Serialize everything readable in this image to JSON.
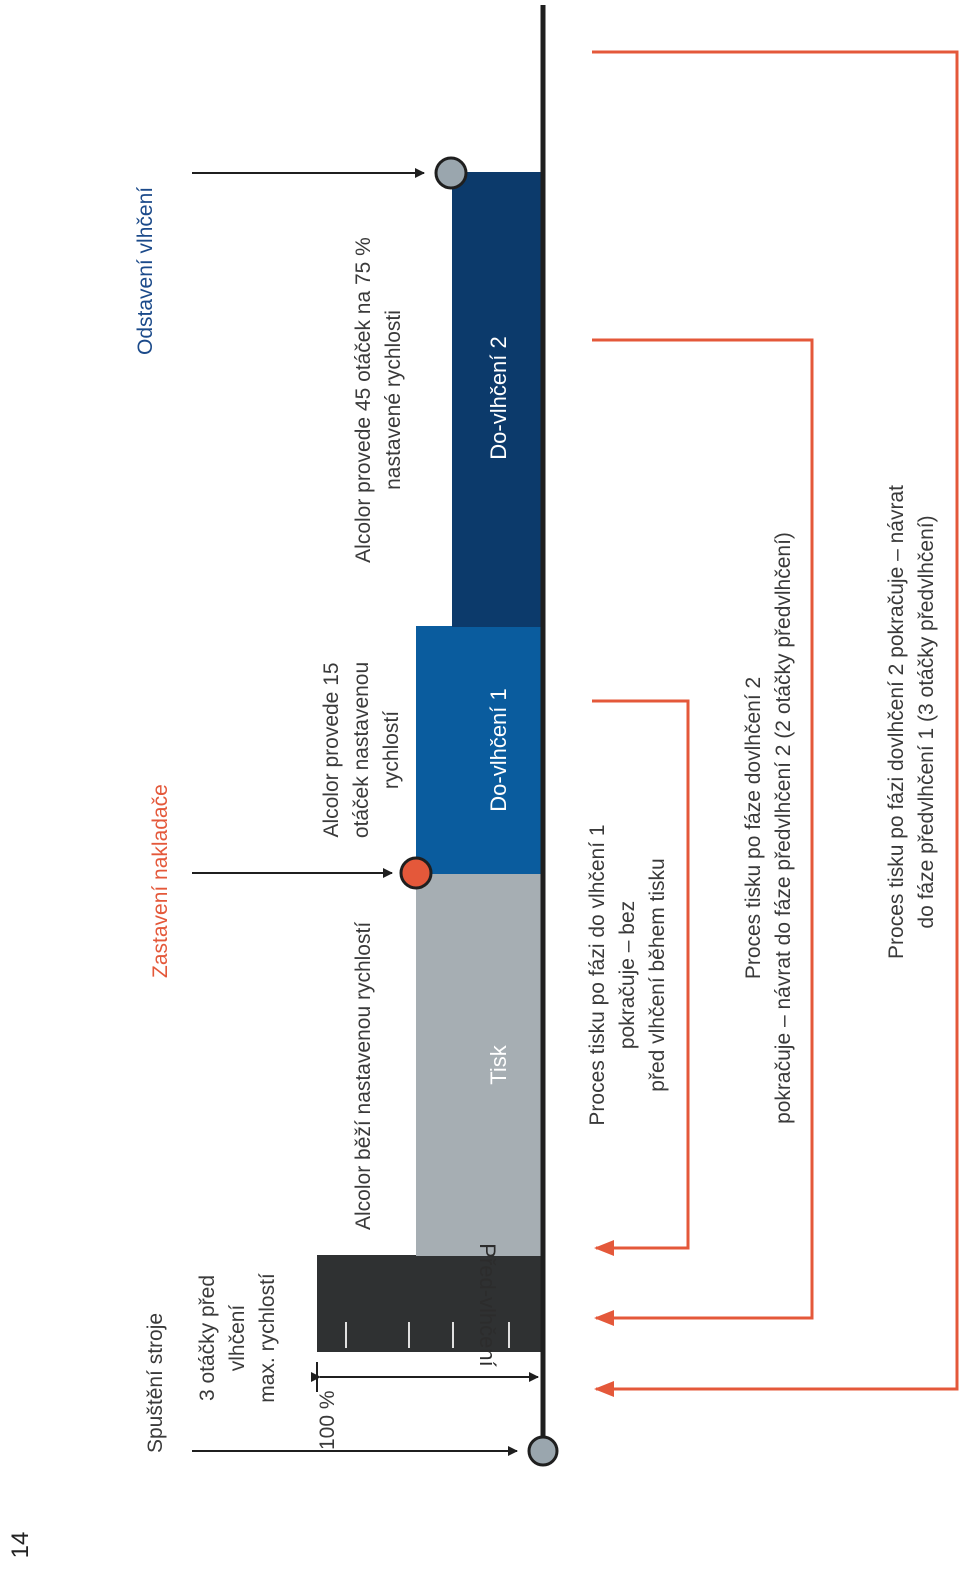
{
  "page_number": "14",
  "colors": {
    "pre_dampening": "#2f3132",
    "print": "#a6aeb3",
    "after_dampening_1": "#0a5c9e",
    "after_dampening_2": "#0c3a6b",
    "axis": "#1f1f1f",
    "return_arrow": "#e4583a",
    "marker_grey": "#9aa6ae",
    "marker_red": "#e4583a",
    "blue_text": "#1b4a8a",
    "red_text": "#e4583a"
  },
  "events": {
    "machine_start": "Spuštění stroje",
    "feeder_stop": "Zastavení nakladače",
    "dampening_stop": "Odstavení vlhčení"
  },
  "notes": {
    "pre_dampening": [
      "3 otáčky před",
      "vlhčení",
      "max. rychlostí"
    ],
    "percent": "100 %",
    "normal_speed": "Alcolor běží nastavenou rychlostí",
    "after_1": [
      "Alcolor provede 15",
      "otáček nastavenou",
      "rychlostí"
    ],
    "after_2": [
      "Alcolor provede 45 otáček na 75 %",
      "nastavené rychlosti"
    ]
  },
  "phases": {
    "pre": "Před-vlhčení",
    "print": "Tisk",
    "after_1": "Do-vlhčení 1",
    "after_2": "Do-vlhčení 2"
  },
  "returns": {
    "r1": [
      "Proces tisku po fázi do vlhčení 1",
      "pokračuje – bez",
      "před vlhčení během tisku"
    ],
    "r2": [
      "Proces tisku po fáze dovlhčení 2",
      "pokračuje – návrat do fáze předvlhčení 2 (2 otáčky předvlhčení)"
    ],
    "r3": [
      "Proces tisku po fázi dovlhčení 2 pokračuje – návrat",
      "do fáze předvlhčení 1 (3 otáčky předvlhčení)"
    ]
  }
}
